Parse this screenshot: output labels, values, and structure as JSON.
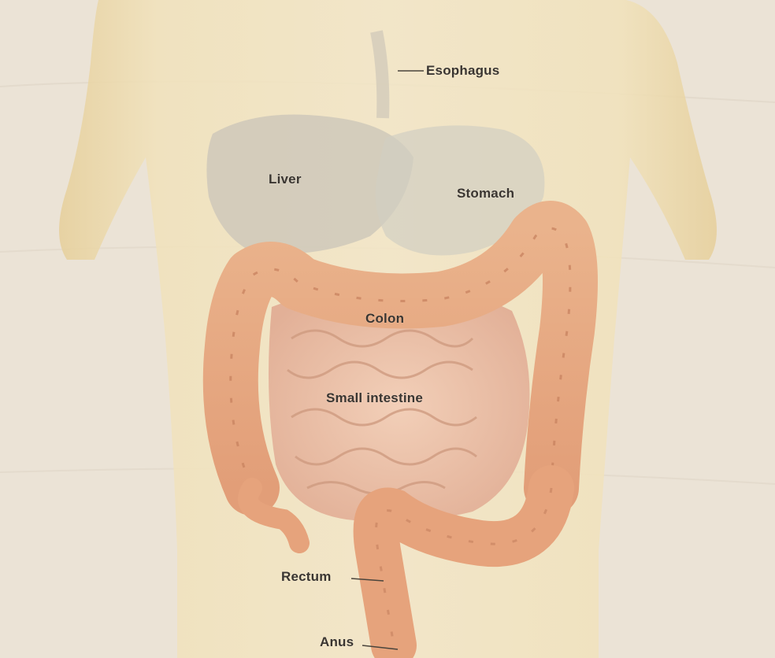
{
  "labels": {
    "esophagus": "Esophagus",
    "liver": "Liver",
    "stomach": "Stomach",
    "colon": "Colon",
    "small_intestine": "Small intestine",
    "rectum": "Rectum",
    "anus": "Anus"
  },
  "colors": {
    "background": "#ebe3d6",
    "skin": "#efdcae",
    "organ_shadow": "#c8c3b6",
    "intestine": "#e9ad86",
    "intestine_dark": "#c98462",
    "label_text": "#3a3530"
  }
}
